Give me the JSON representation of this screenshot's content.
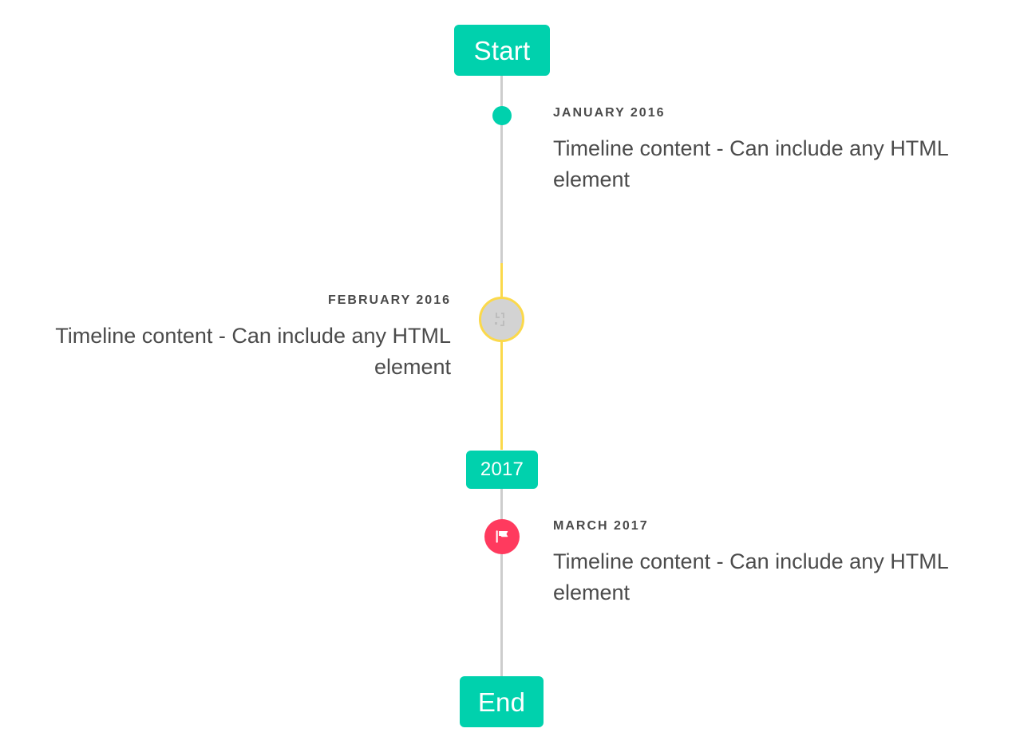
{
  "timeline": {
    "start_badge": {
      "label": "Start"
    },
    "year_badge": {
      "label": "2017"
    },
    "end_badge": {
      "label": "End"
    },
    "colors": {
      "accent_teal": "#00d1ad",
      "accent_yellow": "#fbd94b",
      "accent_pink": "#ff3a5e",
      "line_gray": "#cdcdcd",
      "marker_gray": "#d3d3d3",
      "text_dark": "#4b4b4b",
      "background": "#ffffff"
    },
    "entries": [
      {
        "label": "JANUARY 2016",
        "body": "Timeline content - Can include any HTML element",
        "side": "right",
        "marker": "dot-icon"
      },
      {
        "label": "FEBRUARY 2016",
        "body": "Timeline content - Can include any HTML element",
        "side": "left",
        "marker": "broken-image-icon"
      },
      {
        "label": "MARCH 2017",
        "body": "Timeline content - Can include any HTML element",
        "side": "right",
        "marker": "flag-icon"
      }
    ]
  }
}
